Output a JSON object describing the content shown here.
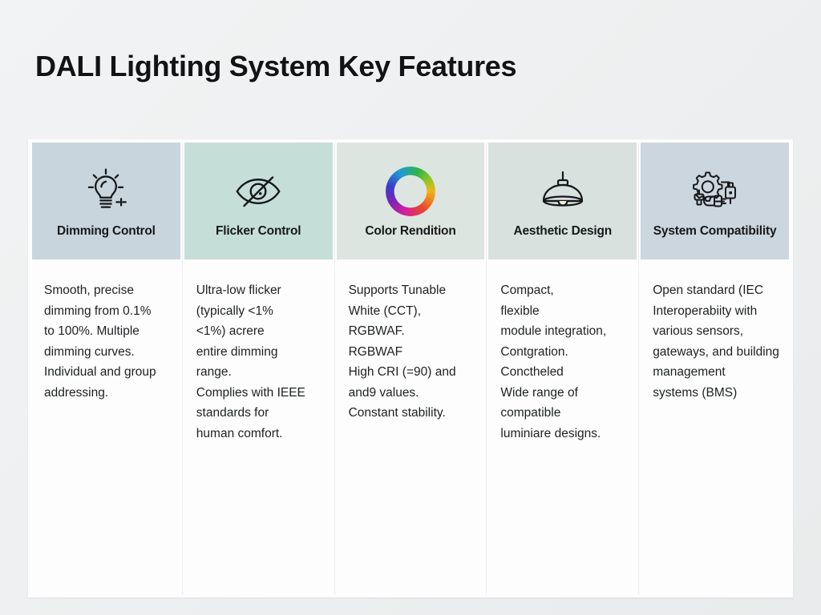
{
  "slide": {
    "title": "DALI Lighting System Key Features",
    "background_color": "#eef0f1",
    "card_background": "#fdfdfd"
  },
  "columns": [
    {
      "icon": "light-bulb-icon",
      "title": "Dimming Control",
      "header_color": "#c9d5dd",
      "body": "Smooth, precise\ndimming from 0.1%\nto 100%. Multiple\ndimming curves.\nIndividual and group\naddressing."
    },
    {
      "icon": "eye-off-icon",
      "title": "Flicker Control",
      "header_color": "#c6ded8",
      "body": "Ultra-low flicker\n(typically <1%\n<1%) acrere\nentire dimming\nrange.\nComplies with IEEE\nstandards for\nhuman comfort."
    },
    {
      "icon": "color-wheel-icon",
      "title": "Color Rendition",
      "header_color": "#dde5e0",
      "body": "Supports Tunable\nWhite (CCT),\nRGBWAF.\nRGBWAF\nHigh CRI (=90) and\nand9 values.\nConstant stability."
    },
    {
      "icon": "pendant-lamp-icon",
      "title": "Aesthetic Design",
      "header_color": "#d9e1de",
      "body": "Compact,\nflexible\nmodule integration,\nContgration.\nConctheled\nWide range of\ncompatible\nluminiare designs."
    },
    {
      "icon": "gear-connectors-icon",
      "title": "System Compatibility",
      "header_color": "#ccd6de",
      "body": "Open standard (IEC\nInteroperabiity with\nvarious sensors,\ngateways, and building\nmanagement\nsystems (BMS)"
    }
  ]
}
